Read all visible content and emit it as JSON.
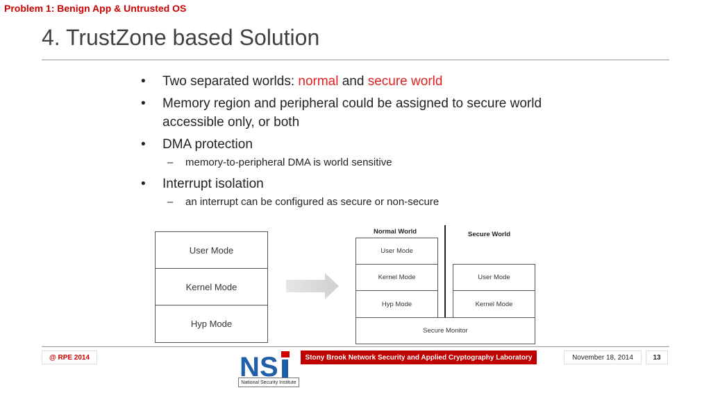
{
  "header": {
    "problem": "Problem 1:  Benign App & Untrusted OS",
    "title": "4. TrustZone based Solution"
  },
  "bullets": {
    "b1_prefix": "Two separated worlds: ",
    "b1_normal": "normal",
    "b1_and": " and ",
    "b1_secure": "secure world",
    "b2": "Memory region and peripheral could be assigned to secure world accessible only, or both",
    "b3": "DMA protection",
    "b3_sub": "memory-to-peripheral DMA is world sensitive",
    "b4": "Interrupt isolation",
    "b4_sub": "an interrupt can be configured as secure or non-secure",
    "bullet_glyph": "•",
    "dash_glyph": "–"
  },
  "diagram": {
    "left": {
      "user": "User Mode",
      "kernel": "Kernel Mode",
      "hyp": "Hyp Mode"
    },
    "right": {
      "normal_world": "Normal World",
      "secure_world": "Secure World",
      "normal_user": "User Mode",
      "normal_kernel": "Kernel Mode",
      "normal_hyp": "Hyp Mode",
      "secure_user": "User Mode",
      "secure_kernel": "Kernel Mode",
      "secure_monitor": "Secure Monitor"
    }
  },
  "footer": {
    "copyright": "@ RPE 2014",
    "logo_text": "National Security Institute",
    "lab": "Stony Brook Network Security and Applied Cryptography Laboratory",
    "date": "November 18, 2014",
    "page": "13"
  },
  "colors": {
    "accent_red": "#cc0000",
    "logo_blue": "#1e5fa8",
    "arrow_gray": "#d9d9d9"
  }
}
